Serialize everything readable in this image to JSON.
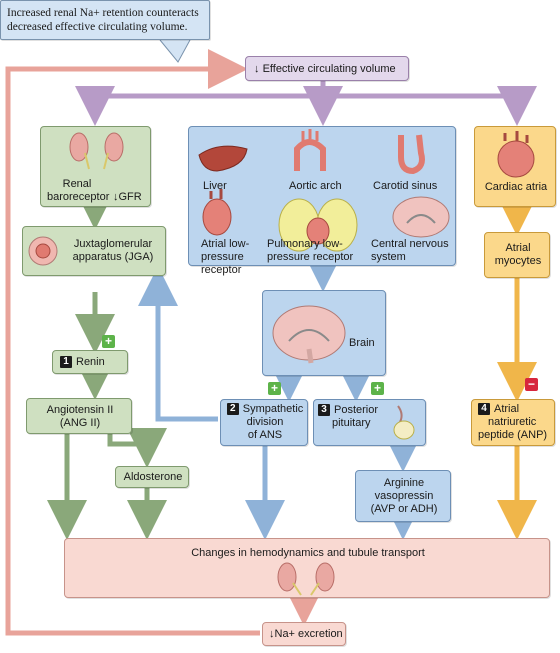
{
  "callout": {
    "line1": "Increased renal Na+ retention counteracts",
    "line2": "decreased effective circulating volume."
  },
  "top": {
    "arrow": "↓",
    "label": "Effective circulating volume"
  },
  "renal": {
    "line1": "Renal",
    "line2": "baroreceptor",
    "gfr_arrow": "↓",
    "gfr": "GFR"
  },
  "receptors": {
    "liver": "Liver",
    "aortic_arch": "Aortic arch",
    "carotid_sinus": "Carotid sinus",
    "atrial_low": [
      "Atrial low-",
      "pressure",
      "receptor"
    ],
    "pulmonary_low": [
      "Pulmonary low-",
      "pressure receptor"
    ],
    "cns": [
      "Central nervous",
      "system"
    ]
  },
  "cardiac_atria": "Cardiac atria",
  "jga": [
    "Juxtaglomerular",
    "apparatus (JGA)"
  ],
  "atrial_myocytes": [
    "Atrial",
    "myocytes"
  ],
  "brain": "Brain",
  "renin": {
    "num": "1",
    "label": "Renin"
  },
  "angiotensin": [
    "Angiotensin II",
    "(ANG II)"
  ],
  "sympathetic": {
    "num": "2",
    "lines": [
      "Sympathetic",
      "division",
      "of ANS"
    ]
  },
  "posterior": {
    "num": "3",
    "lines": [
      "Posterior",
      "pituitary"
    ]
  },
  "anp": {
    "num": "4",
    "lines": [
      "Atrial",
      "natriuretic",
      "peptide (ANP)"
    ]
  },
  "aldosterone": "Aldosterone",
  "avp": [
    "Arginine",
    "vasopressin",
    "(AVP or ADH)"
  ],
  "hemodynamics": "Changes in hemodynamics and tubule transport",
  "excretion": {
    "arrow": "↓",
    "label": "Na+ excretion"
  },
  "signs": {
    "plus": "+",
    "minus": "−"
  },
  "colors": {
    "green": "#cfe0c1",
    "blue": "#bcd5ee",
    "orange": "#fbd88b",
    "pink": "#f9d9d2",
    "purple": "#e3d8ec",
    "feedback_line": "#e8a39a"
  }
}
